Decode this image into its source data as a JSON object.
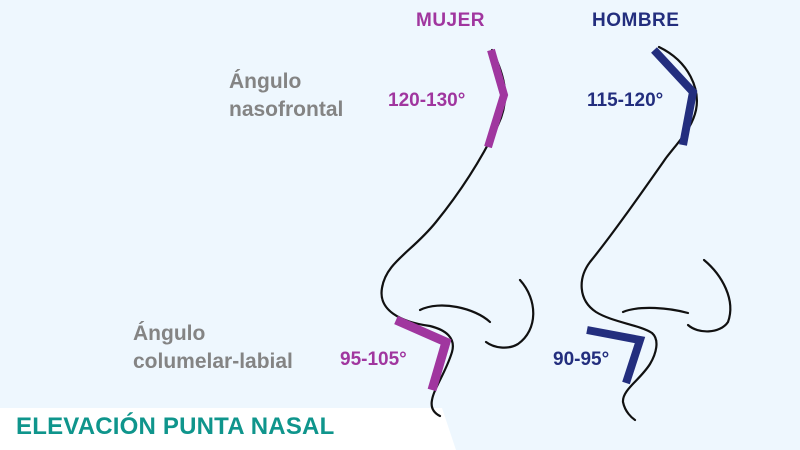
{
  "header": {
    "female_label": "MUJER",
    "male_label": "HOMBRE"
  },
  "angles": {
    "nasofrontal": {
      "label_line1": "Ángulo",
      "label_line2": "nasofrontal",
      "female_value": "120-130°",
      "male_value": "115-120°"
    },
    "columelar_labial": {
      "label_line1": "Ángulo",
      "label_line2": "columelar-labial",
      "female_value": "95-105°",
      "male_value": "90-95°"
    }
  },
  "banner": {
    "title": "ELEVACIÓN PUNTA NASAL"
  },
  "colors": {
    "background": "#eef7fe",
    "female": "#a0369f",
    "male": "#232e7e",
    "label_gray": "#848484",
    "banner_text": "#0f958c",
    "outline": "#111111"
  }
}
